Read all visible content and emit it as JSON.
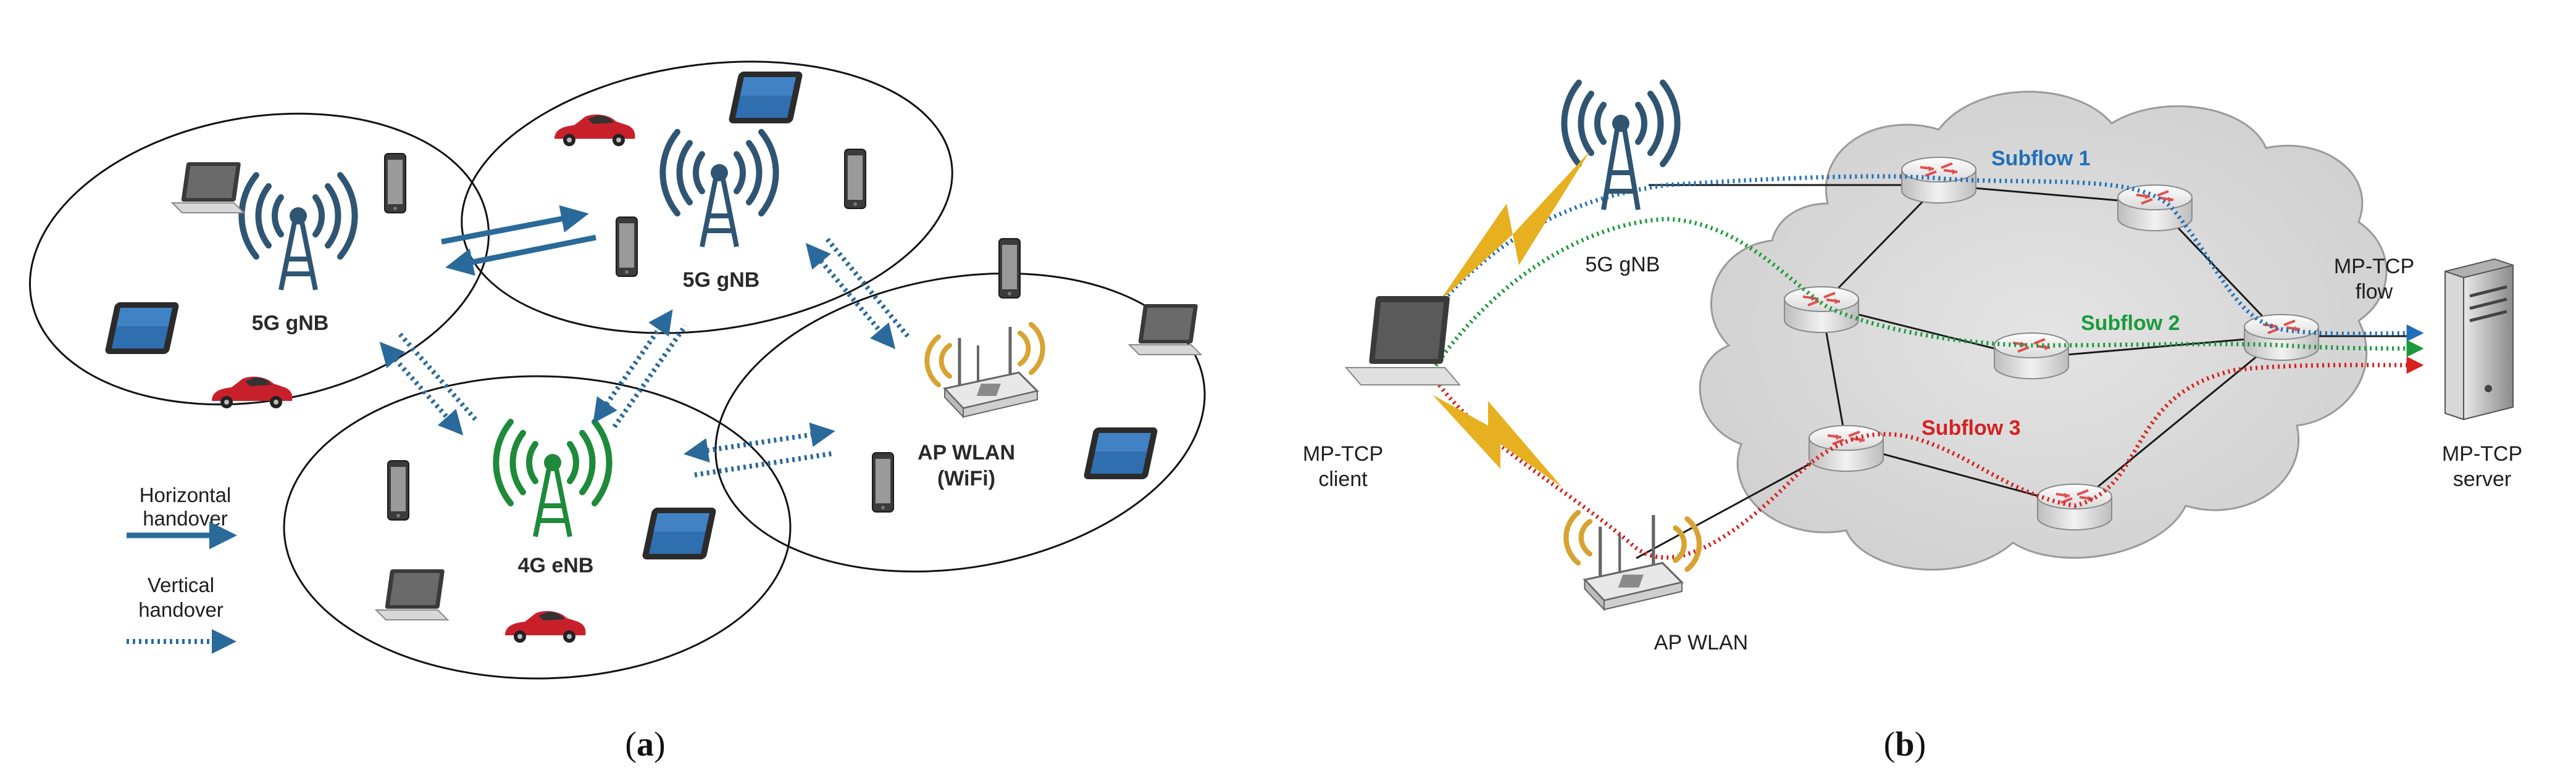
{
  "panel_a": {
    "caption": "(a)",
    "caption_letter": "a",
    "labels": {
      "gnb_left": "5G gNB",
      "gnb_top": "5G gNB",
      "enb": "4G eNB",
      "ap_line1": "AP WLAN",
      "ap_line2": "(WiFi)"
    },
    "legend": {
      "horizontal_line1": "Horizontal",
      "horizontal_line2": "handover",
      "vertical_line1": "Vertical",
      "vertical_line2": "handover"
    }
  },
  "panel_b": {
    "caption": "(b)",
    "caption_letter": "b",
    "labels": {
      "gnb": "5G gNB",
      "ap": "AP WLAN",
      "client_line1": "MP-TCP",
      "client_line2": "client",
      "server_line1": "MP-TCP",
      "server_line2": "server",
      "flow_line1": "MP-TCP",
      "flow_line2": "flow"
    },
    "subflows": [
      {
        "name": "Subflow 1",
        "color": "#1f6fb8"
      },
      {
        "name": "Subflow 2",
        "color": "#1a9a3a"
      },
      {
        "name": "Subflow 3",
        "color": "#d62020"
      }
    ]
  },
  "colors": {
    "handover_arrow": "#2a6a9a",
    "antenna_5g": "#2f5573",
    "antenna_4g": "#1e8a3a",
    "wifi_waves": "#d7a332",
    "car": "#c8202a",
    "lightning": "#e6b020",
    "cloud": "#dcdcdc"
  }
}
